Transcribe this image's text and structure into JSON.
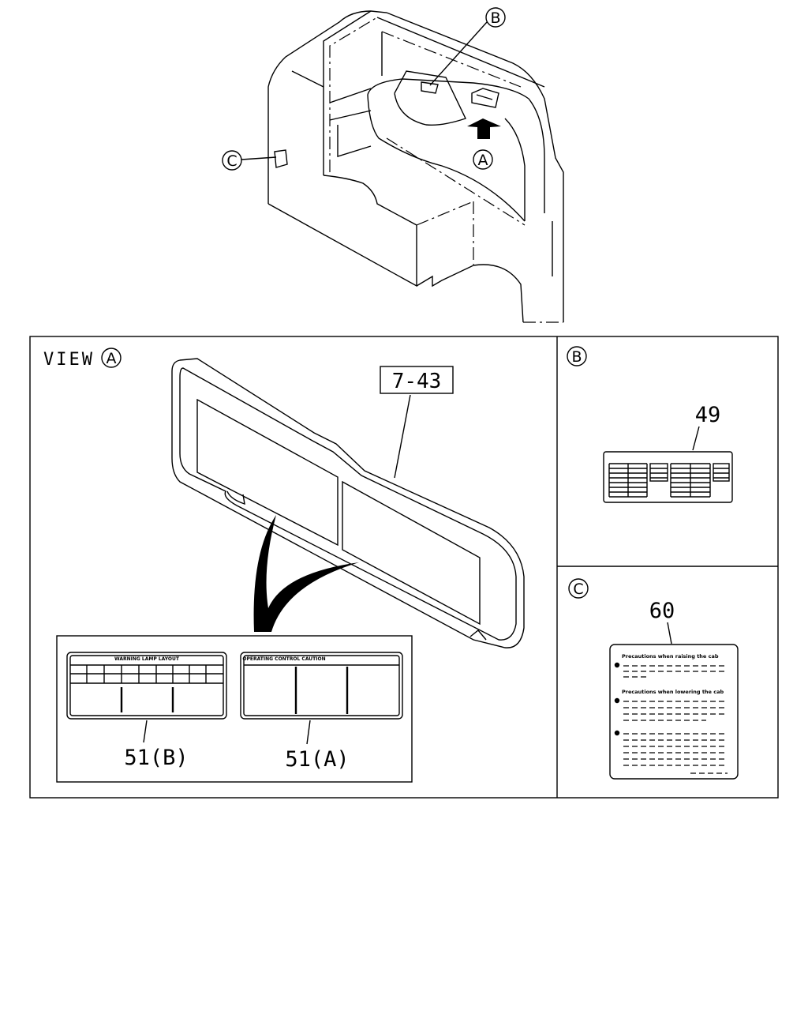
{
  "callouts": {
    "a": "A",
    "b": "B",
    "c": "C"
  },
  "view_a": {
    "title": "VIEW",
    "ref": "7-43",
    "label_b_part": "51(B)",
    "label_a_part": "51(A)",
    "label_b_heading": "WARNING LAMP LAYOUT",
    "label_a_heading": "OPERATING CONTROL CAUTION"
  },
  "panel_b": {
    "part": "49"
  },
  "panel_c": {
    "part": "60",
    "line_1": "Precautions when raising the cab",
    "line_2": "Precautions when lowering the cab"
  }
}
